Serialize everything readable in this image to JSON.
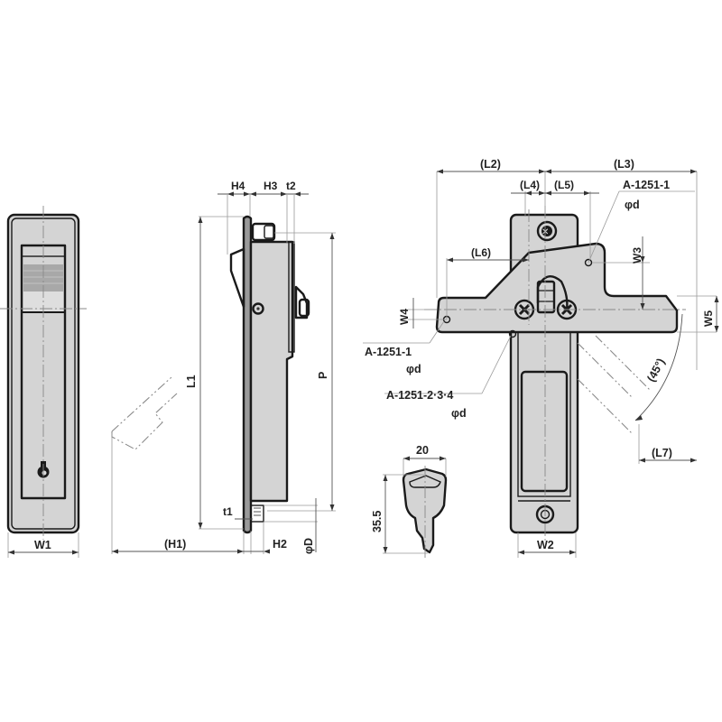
{
  "drawing": {
    "colors": {
      "outline": "#1a1a1a",
      "body_fill": "#d4d4d4",
      "dimension_line": "#555555",
      "center_line": "#8a8a8a",
      "background": "#ffffff"
    },
    "front_view": {
      "dimensions": {
        "width": "W1"
      }
    },
    "side_view": {
      "dimensions": {
        "top": [
          "H4",
          "H3",
          "t2"
        ],
        "length": "L1",
        "pitch": "P",
        "bottom": [
          "(H1)",
          "H2",
          "t1"
        ],
        "diameter": "φD"
      }
    },
    "rear_view": {
      "dimensions": {
        "top_overall_left": "(L2)",
        "top_overall_right": "(L3)",
        "top_inner_left": "(L4)",
        "top_inner_right": "(L5)",
        "arm_offset": "(L6)",
        "arm_end": "(L7)",
        "angle": "(45°)",
        "w2": "W2",
        "w3": "W3",
        "w4": "W4",
        "w5": "W5"
      },
      "callouts": [
        {
          "part": "A-1251-1",
          "dim": "φd"
        },
        {
          "part": "A-1251-1",
          "dim": "φd"
        },
        {
          "part": "A-1251-2·3·4",
          "dim": "φd"
        }
      ]
    },
    "key_view": {
      "dimensions": {
        "width": "20",
        "height": "35.5"
      }
    }
  }
}
